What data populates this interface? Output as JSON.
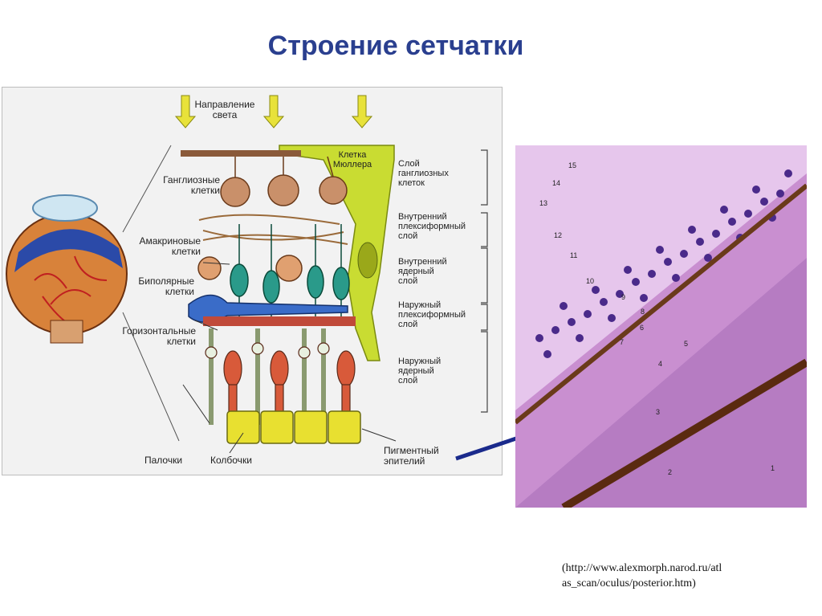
{
  "title": "Строение сетчатки",
  "diagram": {
    "light_direction": [
      "Направление",
      "света"
    ],
    "cells": {
      "ganglion": [
        "Ганглиозные",
        "клетки"
      ],
      "amacrine": [
        "Амакриновые",
        "клетки"
      ],
      "bipolar": [
        "Биполярные",
        "клетки"
      ],
      "horizontal": [
        "Горизонтальные",
        "клетки"
      ],
      "rods": "Палочки",
      "cones": "Колбочки",
      "muller": [
        "Клетка",
        "Мюллера"
      ],
      "pigment": [
        "Пигментный",
        "эпителий"
      ]
    },
    "layers": [
      [
        "Слой",
        "ганглиозных",
        "клеток"
      ],
      [
        "Внутренний",
        "плексиформный",
        "слой"
      ],
      [
        "Внутренний",
        "ядерный",
        "слой"
      ],
      [
        "Наружный",
        "плексиформный",
        "слой"
      ],
      [
        "Наружный",
        "ядерный",
        "слой"
      ]
    ]
  },
  "histology": {
    "layer_numbers": [
      "1",
      "2",
      "3",
      "4",
      "5",
      "6",
      "7",
      "8",
      "9",
      "10",
      "11",
      "12",
      "13",
      "14",
      "15"
    ]
  },
  "source": [
    "(http://www.alexmorph.narod.ru/atl",
    "as_scan/oculus/posterior.htm)"
  ],
  "colors": {
    "title": "#2a3f8f",
    "arrow": "#1a2a8c",
    "light_arrow": "#e8e23a",
    "muller": "#c9dc32",
    "ganglion": "#c9906a",
    "bipolar": "#2a9a8a",
    "horizontal": "#3a6cc8",
    "rod": "#d85a3a",
    "pigment": "#e8e030",
    "tissue": "#c98fd0",
    "nuclei": "#4a2a8a"
  }
}
